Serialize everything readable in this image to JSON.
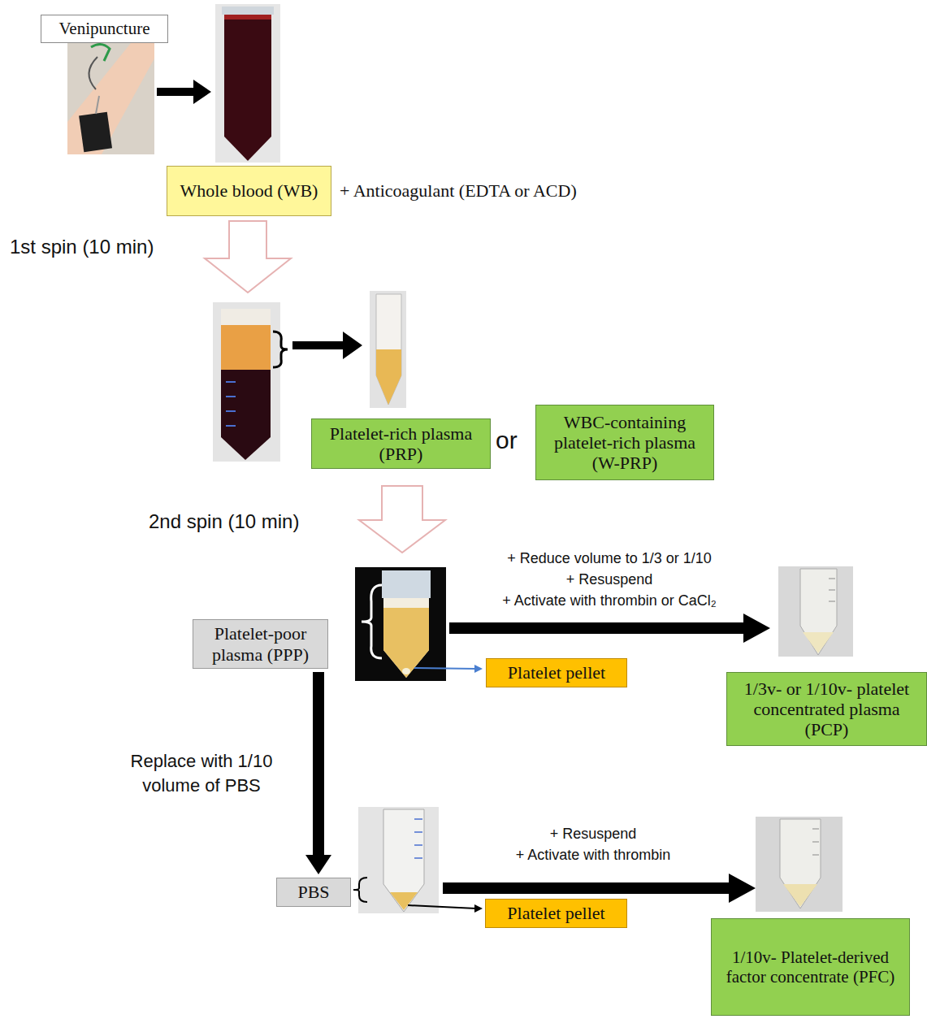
{
  "diagram": {
    "nodes": [
      {
        "text": [
          "Venipuncture"
        ]
      },
      {
        "text": [
          "Whole blood (WB)"
        ]
      },
      {
        "text": [
          "Platelet-rich plasma (PRP)"
        ]
      },
      {
        "text": [
          "WBC-containing platelet-rich plasma (W-PRP)"
        ]
      },
      {
        "text": [
          "Platelet-poor plasma (PPP)"
        ]
      },
      {
        "text": [
          "Platelet pellet"
        ]
      },
      {
        "text": [
          "1/3v- or 1/10v- platelet concentrated plasma (PCP)"
        ]
      },
      {
        "text": [
          "PBS"
        ]
      },
      {
        "text": [
          "Platelet pellet"
        ]
      },
      {
        "text": [
          "1/10v- Platelet-derived factor concentrate (PFC)"
        ]
      }
    ],
    "edges": [
      {
        "from": 4,
        "to": 7,
        "arrow": "to"
      }
    ],
    "labels": [
      "+ Anticoagulant (EDTA or ACD)",
      "1st spin (10 min)",
      "or",
      "2nd spin (10 min)",
      "+ Reduce volume to 1/3 or 1/10",
      "+ Resuspend",
      "+ Activate with thrombin  or CaCl₂",
      "Replace with 1/10 volume of PBS",
      "+ Resuspend",
      "+ Activate with thrombin"
    ]
  }
}
